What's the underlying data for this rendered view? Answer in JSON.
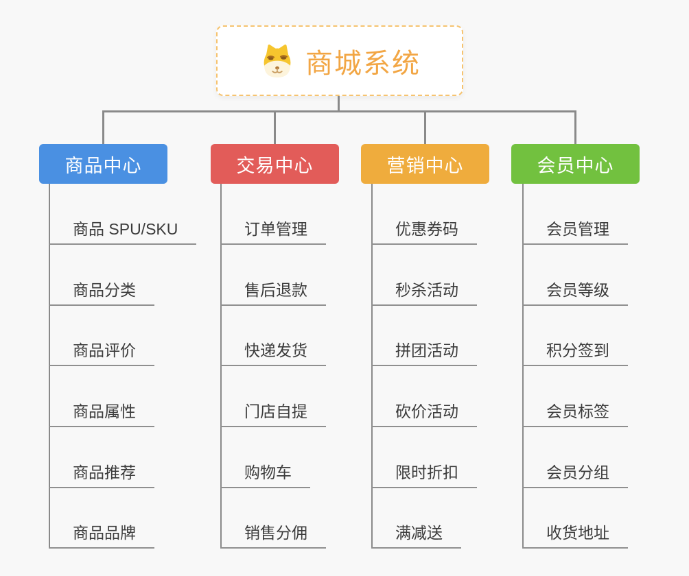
{
  "canvas": {
    "background": "#f8f8f8",
    "connector_color": "#8a8a8a"
  },
  "root": {
    "title": "商城系统",
    "icon": "dog-face-icon",
    "text_color": "#f2a644",
    "border_color": "#f6c36f"
  },
  "branches": [
    {
      "label": "商品中心",
      "color": "#4a90e2",
      "children": [
        "商品 SPU/SKU",
        "商品分类",
        "商品评价",
        "商品属性",
        "商品推荐",
        "商品品牌"
      ]
    },
    {
      "label": "交易中心",
      "color": "#e25c59",
      "children": [
        "订单管理",
        "售后退款",
        "快递发货",
        "门店自提",
        "购物车",
        "销售分佣"
      ]
    },
    {
      "label": "营销中心",
      "color": "#efac3d",
      "children": [
        "优惠券码",
        "秒杀活动",
        "拼团活动",
        "砍价活动",
        "限时折扣",
        "满减送"
      ]
    },
    {
      "label": "会员中心",
      "color": "#72c13f",
      "children": [
        "会员管理",
        "会员等级",
        "积分签到",
        "会员标签",
        "会员分组",
        "收货地址"
      ]
    }
  ]
}
